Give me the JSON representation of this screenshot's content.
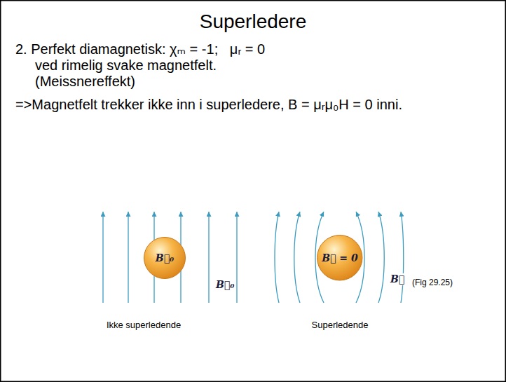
{
  "diagram": {
    "title": "Superledere",
    "nodes": [
      {
        "text": [
          "B⃗₀"
        ]
      },
      {
        "text": [
          "B⃗ = 0"
        ]
      }
    ],
    "labels": [
      "2. Perfekt diamagnetisk: χₘ = -1;   μᵣ = 0",
      "ved rimelig svake magnetfelt.",
      "(Meissnereffekt)",
      "=>Magnetfelt trekker ikke inn i superledere, B = μᵣμ₀H = 0 inni.",
      "B⃗₀",
      "B⃗",
      "(Fig 29.25)",
      "Ikke superledende",
      "Superledende"
    ]
  }
}
